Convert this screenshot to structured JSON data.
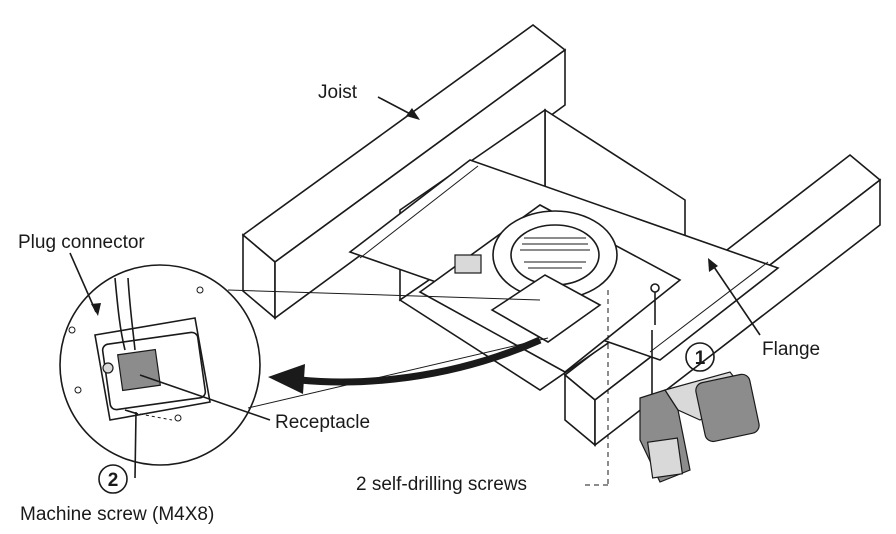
{
  "labels": {
    "joist": "Joist",
    "plug_connector": "Plug connector",
    "flange": "Flange",
    "receptacle": "Receptacle",
    "self_drilling_screws": "2 self-drilling screws",
    "machine_screw": "Machine screw (M4X8)"
  },
  "steps": {
    "step1": "1",
    "step2": "2"
  }
}
